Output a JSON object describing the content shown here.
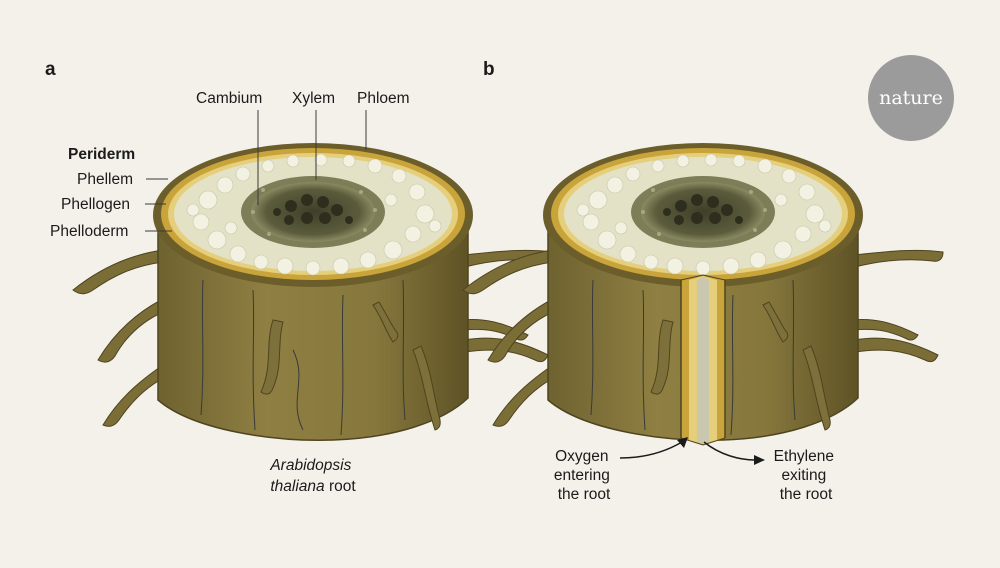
{
  "panels": {
    "a": {
      "letter": "a",
      "top_labels": {
        "cambium": "Cambium",
        "xylem": "Xylem",
        "phloem": "Phloem"
      },
      "periderm": {
        "title": "Periderm",
        "layers": [
          "Phellem",
          "Phellogen",
          "Phelloderm"
        ]
      },
      "caption": {
        "species": "Arabidopsis",
        "genus_part": "thaliana",
        "suffix": " root"
      }
    },
    "b": {
      "letter": "b",
      "oxygen": [
        "Oxygen",
        "entering",
        "the root"
      ],
      "ethylene": [
        "Ethylene",
        "exiting",
        "the root"
      ]
    }
  },
  "logo": {
    "text": "nature"
  },
  "colors": {
    "background": "#f4f1ea",
    "bark": "#8a7a3e",
    "bark_dark": "#5c5024",
    "periderm_gold": "#c9a43a",
    "cortex": "#e3e2c7",
    "stele": "#5a5a3a",
    "logo_circle": "#9b9b9b"
  }
}
